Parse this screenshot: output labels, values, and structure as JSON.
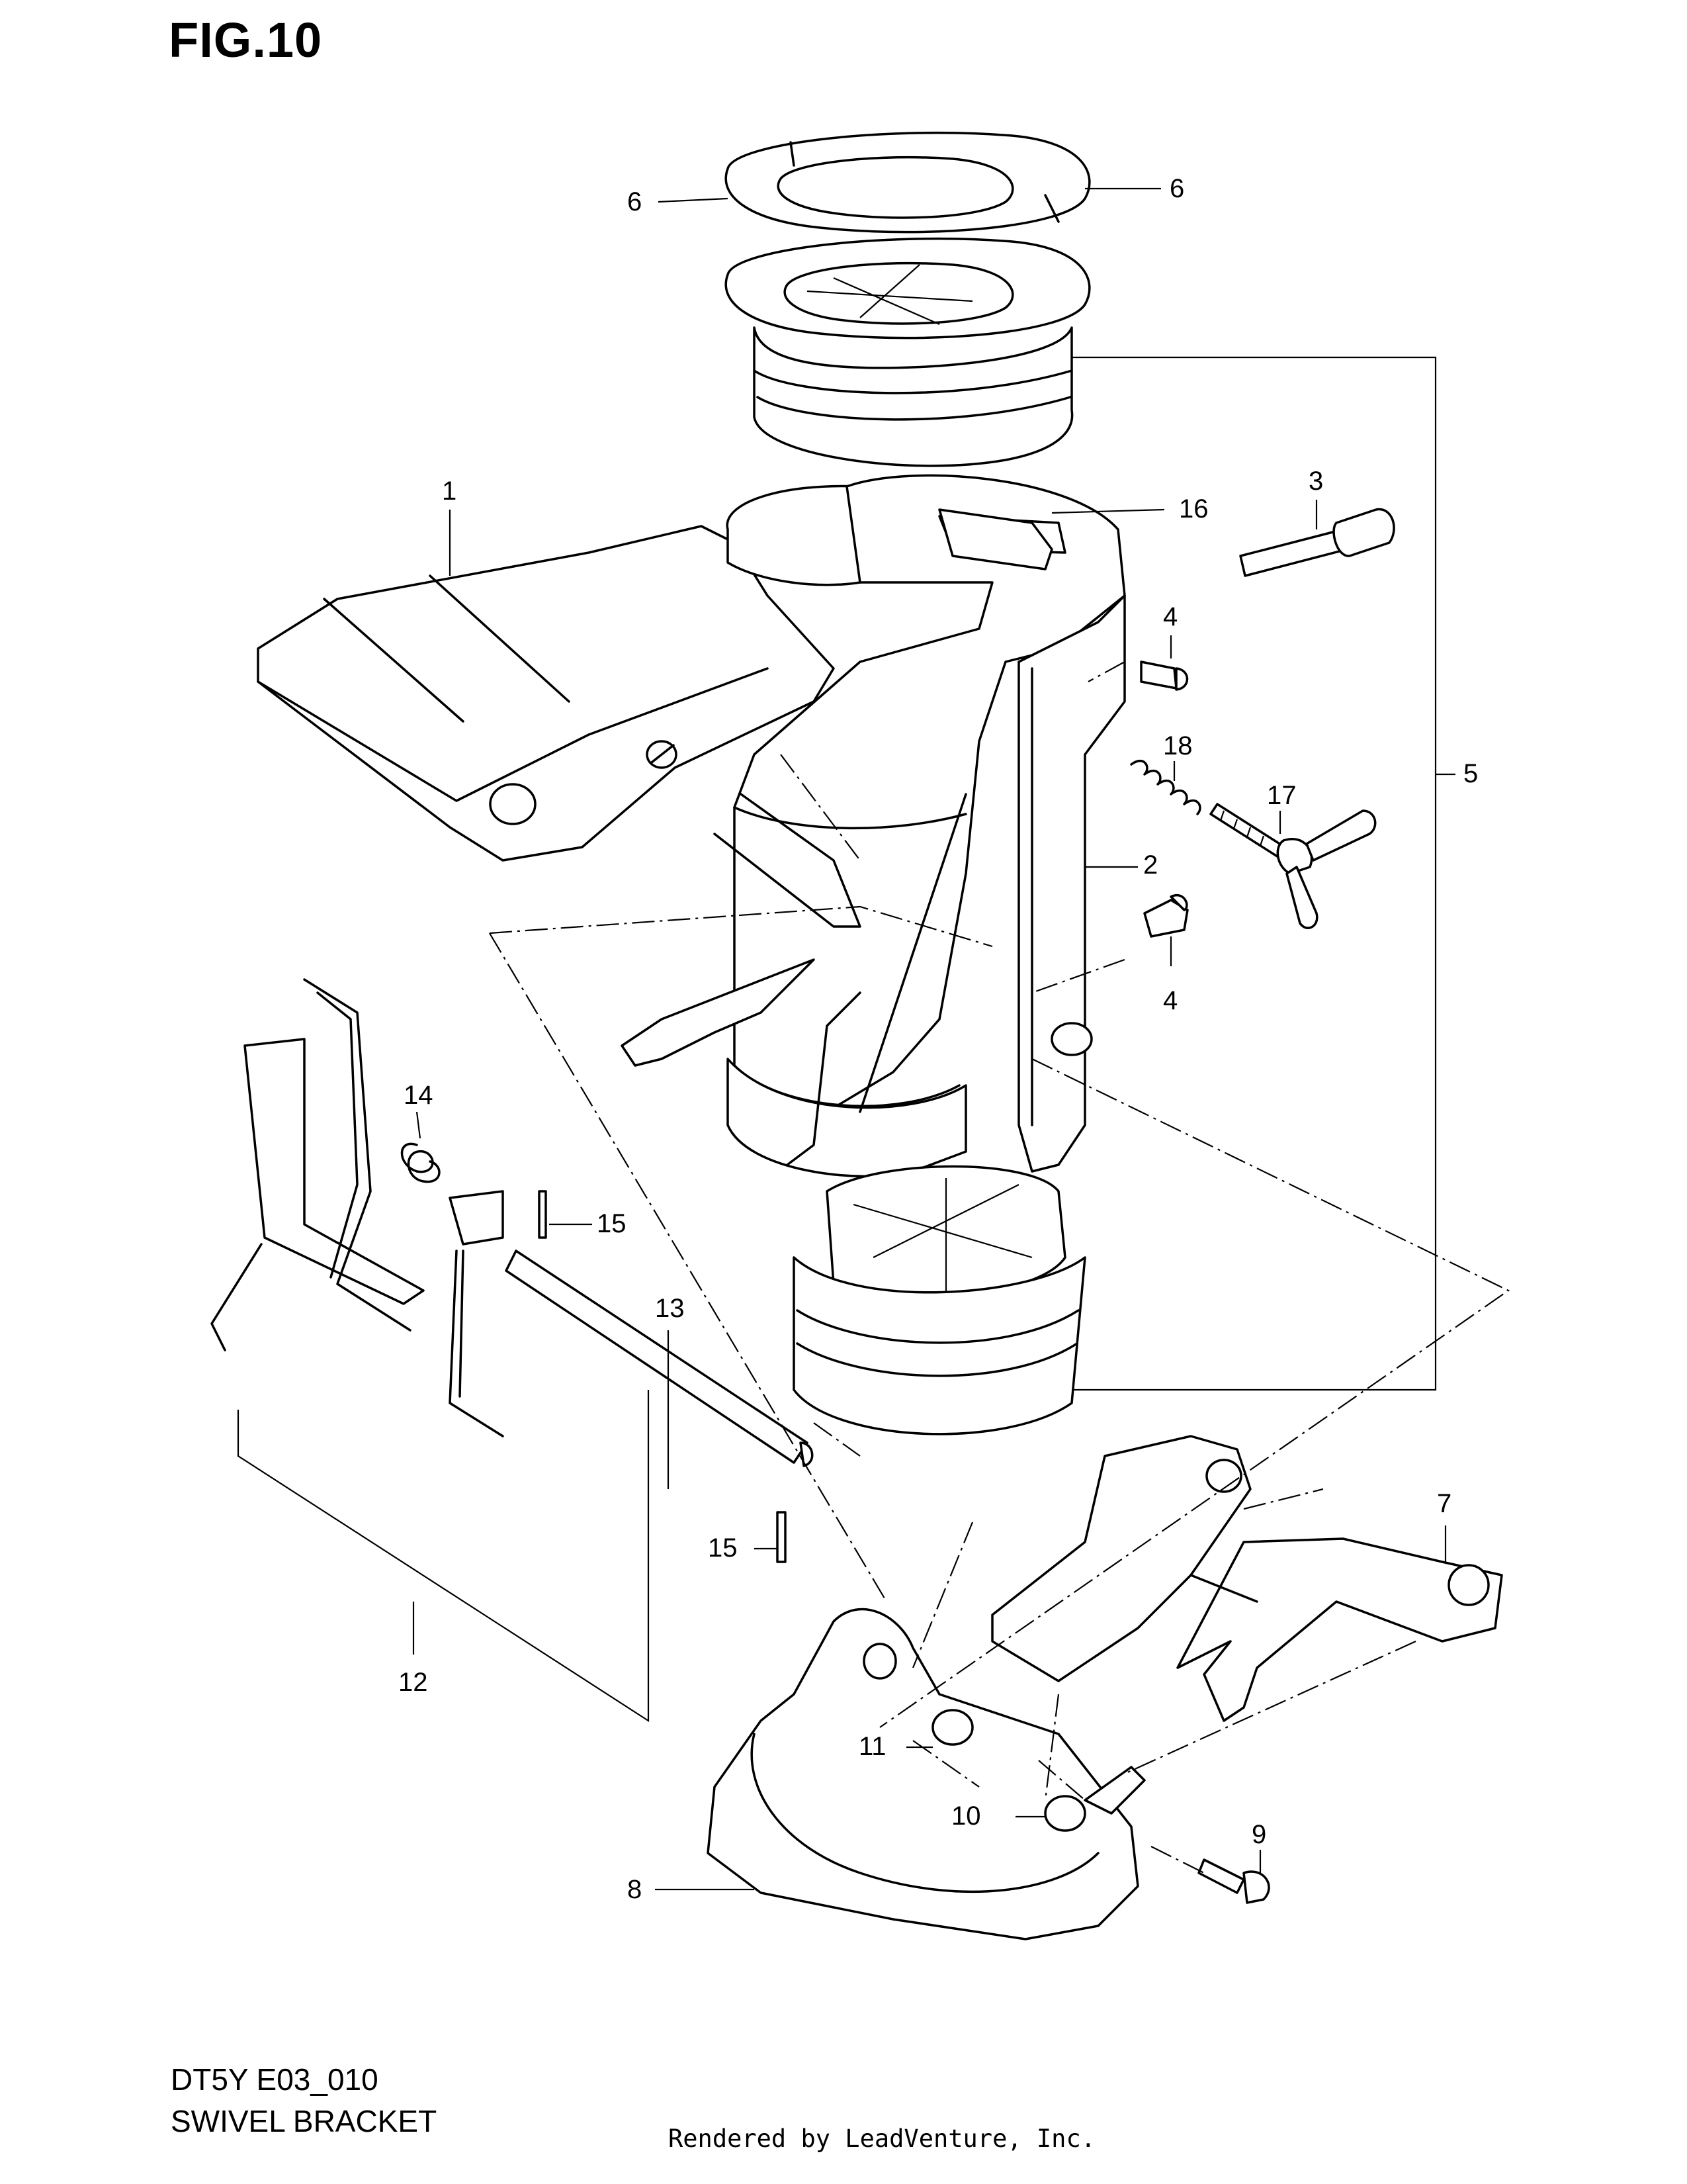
{
  "figure_label": "FIG.10",
  "model_code": "DT5Y E03_010",
  "diagram_title": "SWIVEL BRACKET",
  "credit": "Rendered by LeadVenture, Inc.",
  "callouts": {
    "c1": "1",
    "c2": "2",
    "c3": "3",
    "c4a": "4",
    "c4b": "4",
    "c5": "5",
    "c6a": "6",
    "c6b": "6",
    "c7": "7",
    "c8": "8",
    "c9": "9",
    "c10": "10",
    "c11": "11",
    "c12": "12",
    "c13": "13",
    "c14": "14",
    "c15a": "15",
    "c15b": "15",
    "c16": "16",
    "c17": "17",
    "c18": "18"
  }
}
